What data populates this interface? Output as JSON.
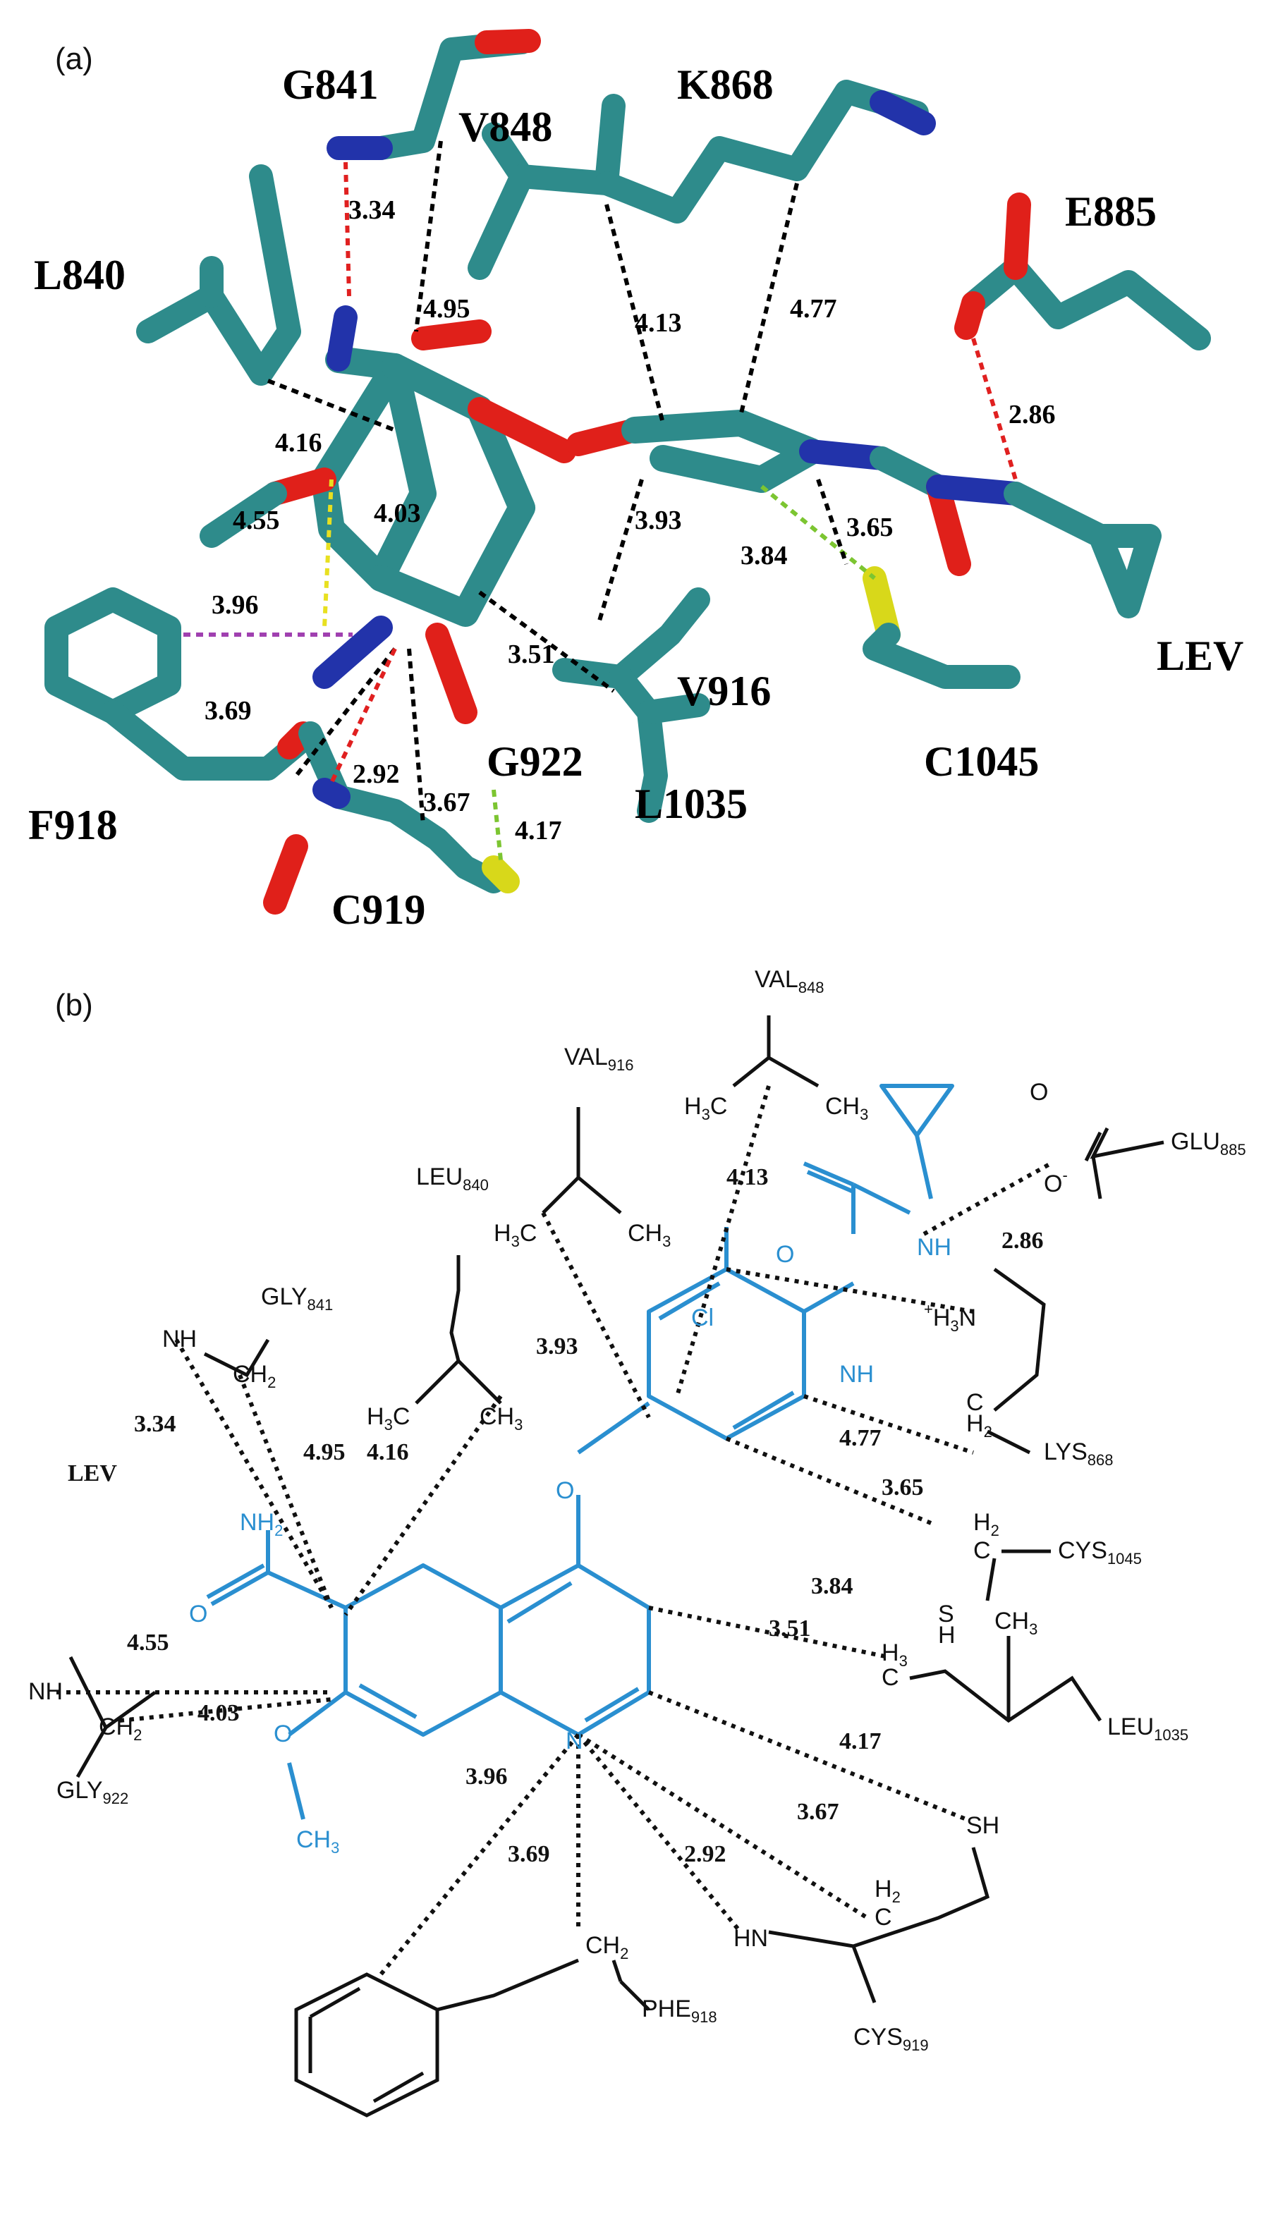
{
  "panel_a": {
    "label": "(a)",
    "residues": {
      "g841": "G841",
      "v848": "V848",
      "k868": "K868",
      "e885": "E885",
      "l840": "L840",
      "lev": "LEV",
      "v916": "V916",
      "c1045": "C1045",
      "f918": "F918",
      "g922": "G922",
      "l1035": "L1035",
      "c919": "C919"
    },
    "distances": {
      "d334": "3.34",
      "d495": "4.95",
      "d413": "4.13",
      "d477": "4.77",
      "d286": "2.86",
      "d416": "4.16",
      "d403": "4.03",
      "d455": "4.55",
      "d393": "3.93",
      "d384": "3.84",
      "d365": "3.65",
      "d396": "3.96",
      "d351": "3.51",
      "d369": "3.69",
      "d292": "2.92",
      "d367": "3.67",
      "d417": "4.17"
    },
    "colors": {
      "carbon": "#2e8b8b",
      "oxygen": "#e0201a",
      "nitrogen": "#2233aa",
      "sulfur": "#d8d81a",
      "hbond": "#e02020",
      "hydrophobic": "#000000",
      "sulfur_contact": "#7cc531",
      "pi": "#a040b0",
      "yellow": "#e8e020"
    }
  },
  "panel_b": {
    "label": "(b)",
    "lev": "LEV",
    "residues": {
      "val848": "VAL",
      "val848_sub": "848",
      "val916": "VAL",
      "val916_sub": "916",
      "leu840": "LEU",
      "leu840_sub": "840",
      "gly841": "GLY",
      "gly841_sub": "841",
      "glu885": "GLU",
      "glu885_sub": "885",
      "lys868": "LYS",
      "lys868_sub": "868",
      "cys1045": "CYS",
      "cys1045_sub": "1045",
      "leu1035": "LEU",
      "leu1035_sub": "1035",
      "gly922": "GLY",
      "gly922_sub": "922",
      "phe918": "PHE",
      "phe918_sub": "918",
      "cys919": "CYS",
      "cys919_sub": "919"
    },
    "atoms": {
      "h3c_val848": "H",
      "h3c_val848_sub": "3",
      "h3c_val848_c": "C",
      "ch3_val848": "CH",
      "ch3_val848_sub": "3",
      "h3c_val916": "H",
      "h3c_val916_sub": "3",
      "h3c_val916_c": "C",
      "ch3_val916": "CH",
      "ch3_val916_sub": "3",
      "h3c_leu840": "H",
      "h3c_leu840_sub": "3",
      "h3c_leu840_c": "C",
      "ch3_leu840": "CH",
      "ch3_leu840_sub": "3",
      "nh_gly841": "NH",
      "ch2_gly841": "CH",
      "ch2_gly841_sub": "2",
      "o_glu": "O",
      "o_minus": "O",
      "minus": "-",
      "nh_urea": "NH",
      "o_urea": "O",
      "nh_urea2": "NH",
      "cl": "Cl",
      "h3n": "H",
      "h3n_sub": "3",
      "h3n_n": "N",
      "plus": "+",
      "c_lys": "C",
      "h2_lys": "H",
      "h2_lys_sub": "2",
      "c_cys1045": "C",
      "h2_cys1045": "H",
      "h2_cys1045_sub": "2",
      "s_cys1045": "S",
      "h_cys1045": "H",
      "o_ether": "O",
      "nh2": "NH",
      "nh2_sub": "2",
      "o_amide": "O",
      "c_leu1035": "C",
      "h3_leu1035": "H",
      "h3_leu1035_sub": "3",
      "ch3_leu1035": "CH",
      "ch3_leu1035_sub": "3",
      "nh_gly922": "NH",
      "ch2_gly922": "CH",
      "ch2_gly922_sub": "2",
      "o_methoxy": "O",
      "ch3_methoxy": "CH",
      "ch3_methoxy_sub": "3",
      "n_ring": "N",
      "sh_cys919": "SH",
      "c_cys919": "C",
      "h2_cys919": "H",
      "h2_cys919_sub": "2",
      "hn_cys919": "HN",
      "ch2_phe": "CH",
      "ch2_phe_sub": "2"
    },
    "distances": {
      "d413": "4.13",
      "d286": "2.86",
      "d393": "3.93",
      "d334": "3.34",
      "d495": "4.95",
      "d416": "4.16",
      "d477": "4.77",
      "d365": "3.65",
      "d384": "3.84",
      "d351": "3.51",
      "d455": "4.55",
      "d403": "4.03",
      "d417": "4.17",
      "d367": "3.67",
      "d396": "3.96",
      "d369": "3.69",
      "d292": "2.92"
    },
    "colors": {
      "ligand": "#2a8fd0",
      "residue": "#111111"
    }
  }
}
